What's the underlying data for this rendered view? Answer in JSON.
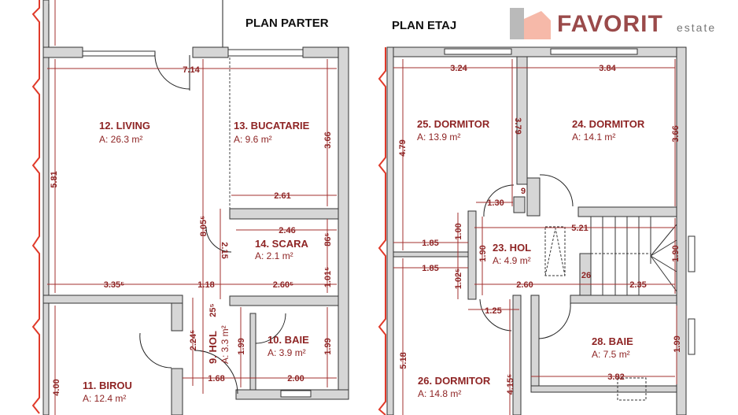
{
  "titles": {
    "ground": "PLAN PARTER",
    "upper": "PLAN ETAJ"
  },
  "watermark": {
    "brand": "FAVORIT",
    "sub": "estate",
    "colors": {
      "grey": "#8c8c8c",
      "salmon": "#f08a70"
    }
  },
  "colors": {
    "dimension": "#a3302f",
    "label": "#8e2424",
    "wall": "#d6d6d6",
    "break_line": "#e03a2a"
  },
  "ground_rooms": [
    {
      "name": "12. LIVING",
      "area": "A: 26.3 m²"
    },
    {
      "name": "13. BUCATARIE",
      "area": "A: 9.6 m²"
    },
    {
      "name": "14. SCARA",
      "area": "A: 2.1 m²"
    },
    {
      "name": "9. HOL",
      "area": "A: 3.3 m²"
    },
    {
      "name": "10. BAIE",
      "area": "A: 3.9 m²"
    },
    {
      "name": "11. BIROU",
      "area": "A: 12.4 m²"
    }
  ],
  "upper_rooms": [
    {
      "name": "25. DORMITOR",
      "area": "A: 13.9 m²"
    },
    {
      "name": "24. DORMITOR",
      "area": "A: 14.1 m²"
    },
    {
      "name": "23. HOL",
      "area": "A: 4.9 m²"
    },
    {
      "name": "28. BAIE",
      "area": "A: 7.5 m²"
    },
    {
      "name": "26. DORMITOR",
      "area": "A: 14.8 m²"
    }
  ],
  "ground_dims": [
    "7.14",
    "5.81",
    "3.66",
    "2.61",
    "8.05⁵",
    "2.46",
    "2.15",
    "86⁵",
    "1.01⁵",
    "3.35⁵",
    "1.18",
    "2.60⁵",
    "25⁵",
    "2.24⁵",
    "1.99",
    "1.99",
    "4.00",
    "1.68",
    "2.00"
  ],
  "upper_dims": [
    "3.24",
    "3.84",
    "4.79",
    "3.79",
    "3.66",
    "1.30",
    "9",
    "5.21",
    "1.00",
    "1.85",
    "1.90",
    "1.90",
    "1.85",
    "1.02⁵",
    "2.60",
    "26",
    "2.35",
    "1.25",
    "1.99",
    "3.82",
    "5.18",
    "4.15⁵"
  ]
}
